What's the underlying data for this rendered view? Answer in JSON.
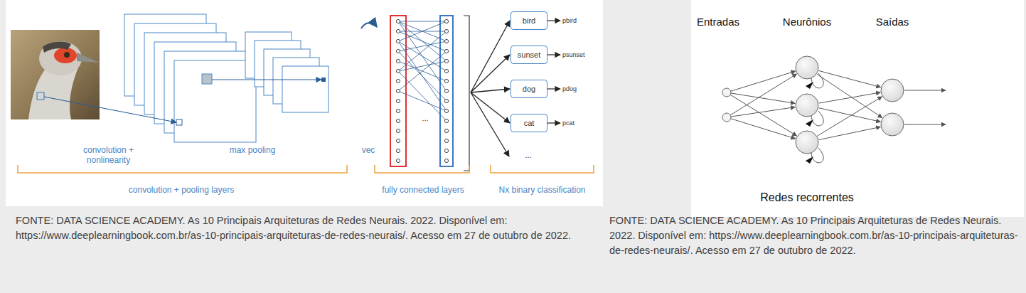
{
  "diagram": {
    "nodes": [
      {
        "text": [
          "bird"
        ]
      },
      {
        "text": [
          "sunset"
        ]
      },
      {
        "text": [
          "dog"
        ]
      },
      {
        "text": [
          "cat"
        ]
      }
    ],
    "labels": [
      "convolution + nonlinearity",
      "max pooling",
      "convolution + pooling layers",
      "vec",
      "fully connected layers",
      "Nx binary classification",
      "pbird",
      "psunset",
      "pdog",
      "pcat",
      "...",
      "...",
      "FONTE: DATA SCIENCE ACADEMY. As 10 Principais Arquiteturas de Redes Neurais. 2022. Disponível em: https://www.deeplearningbook.com.br/as-10-principais-arquiteturas-de-redes-neurais/. Acesso em 27 de outubro de 2022.",
      "Entradas",
      "Neurônios",
      "Saídas",
      "Redes recorrentes",
      "FONTE: DATA SCIENCE ACADEMY. As 10 Principais Arquiteturas de Redes Neurais. 2022. Disponível em: https://www.deeplearningbook.com.br/as-10-principais-arquiteturas-de-redes-neurais/. Acesso em 27 de outubro de 2022."
    ]
  }
}
